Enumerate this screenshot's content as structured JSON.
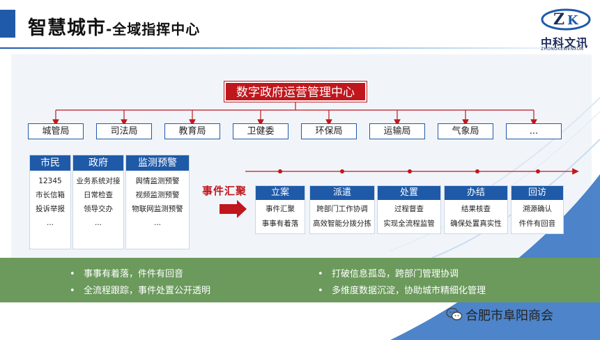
{
  "header": {
    "title_main": "智慧城市",
    "title_sub": "-全域指挥中心"
  },
  "logo": {
    "brand": "中科文讯",
    "pinyin": "ZHONGKEWENXUN"
  },
  "center": {
    "label": "数字政府运营管理中心"
  },
  "departments": [
    "城管局",
    "司法局",
    "教育局",
    "卫健委",
    "环保局",
    "运输局",
    "气象局",
    "..."
  ],
  "sources": [
    {
      "head": "市民",
      "items": [
        "12345",
        "市长信箱",
        "投诉举报",
        "..."
      ]
    },
    {
      "head": "政府",
      "items": [
        "业务系统对接",
        "日常检查",
        "领导交办",
        "..."
      ]
    },
    {
      "head": "监测预警",
      "items": [
        "舆情监测预警",
        "视频监测预警",
        "物联网监测预警",
        "..."
      ]
    }
  ],
  "collect_label": "事件汇聚",
  "stages": [
    {
      "head": "立案",
      "items": [
        "事件汇聚",
        "事事有着落"
      ]
    },
    {
      "head": "派遣",
      "items": [
        "跨部门工作协调",
        "高效智能分拨分拣"
      ]
    },
    {
      "head": "处置",
      "items": [
        "过程督查",
        "实现全流程监管"
      ]
    },
    {
      "head": "办结",
      "items": [
        "结果核查",
        "确保处置真实性"
      ]
    },
    {
      "head": "回访",
      "items": [
        "溯源确认",
        "件件有回音"
      ]
    }
  ],
  "bullets": [
    "事事有着落，件件有回音",
    "全流程跟踪，事件处置公开透明",
    "打破信息孤岛，跨部门管理协调",
    "多维度数据沉淀，协助城市精细化管理"
  ],
  "footer": {
    "brand": "合肥市阜阳商会"
  },
  "colors": {
    "primary": "#1f5aa8",
    "accent": "#c0171d",
    "band": "#6b9a5c"
  }
}
